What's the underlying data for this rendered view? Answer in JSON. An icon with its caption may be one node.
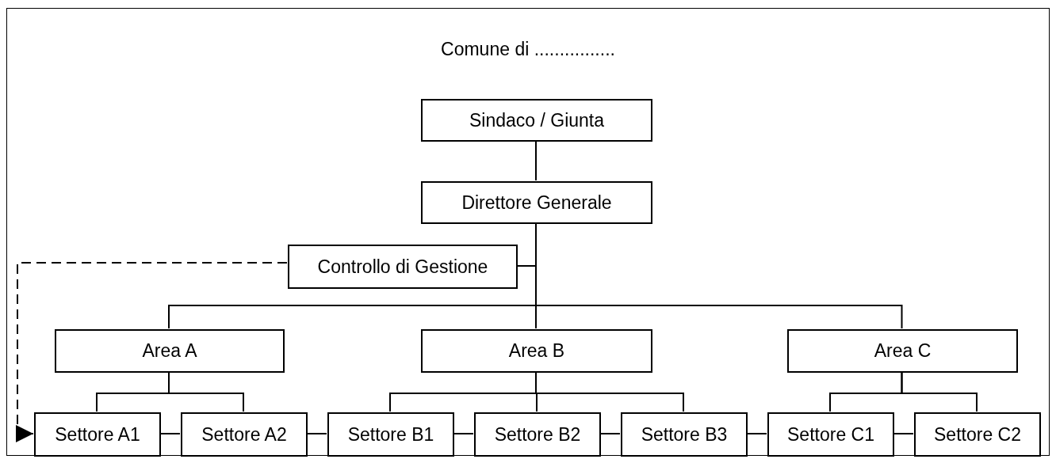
{
  "diagram": {
    "nodes": [
      {
        "text": [
          "Comune di ................"
        ]
      },
      {
        "text": [
          "Sindaco / Giunta"
        ],
        "in": 0
      },
      {
        "text": [
          "Direttore Generale"
        ],
        "in": 0
      },
      {
        "text": [
          "Controllo di Gestione"
        ],
        "in": 0
      },
      {
        "text": [
          "Area A"
        ],
        "in": 0
      },
      {
        "text": [
          "Area B"
        ],
        "in": 0
      },
      {
        "text": [
          "Area C"
        ],
        "in": 0
      },
      {
        "text": [
          "Settore A1"
        ],
        "in": 0
      },
      {
        "text": [
          "Settore A2"
        ],
        "in": 0
      },
      {
        "text": [
          "Settore B1"
        ],
        "in": 0
      },
      {
        "text": [
          "Settore B2"
        ],
        "in": 0
      },
      {
        "text": [
          "Settore B3"
        ],
        "in": 0
      },
      {
        "text": [
          "Settore C1"
        ],
        "in": 0
      },
      {
        "text": [
          "Settore C2"
        ],
        "in": 0
      }
    ],
    "edges": [
      {
        "from": 1,
        "to": 2,
        "arrow": "none"
      },
      {
        "from": 2,
        "to": 3,
        "arrow": "none"
      },
      {
        "from": 2,
        "to": 4,
        "arrow": "none"
      },
      {
        "from": 2,
        "to": 5,
        "arrow": "none"
      },
      {
        "from": 2,
        "to": 6,
        "arrow": "none"
      },
      {
        "from": 4,
        "to": 7,
        "arrow": "none"
      },
      {
        "from": 4,
        "to": 8,
        "arrow": "none"
      },
      {
        "from": 5,
        "to": 9,
        "arrow": "none"
      },
      {
        "from": 5,
        "to": 10,
        "arrow": "none"
      },
      {
        "from": 5,
        "to": 11,
        "arrow": "none"
      },
      {
        "from": 6,
        "to": 12,
        "arrow": "none"
      },
      {
        "from": 6,
        "to": 13,
        "arrow": "none"
      },
      {
        "from": 3,
        "to": 7,
        "arrow": "to",
        "style": "dashed"
      },
      {
        "from": 7,
        "to": 8,
        "arrow": "none"
      },
      {
        "from": 8,
        "to": 9,
        "arrow": "none"
      },
      {
        "from": 9,
        "to": 10,
        "arrow": "none"
      },
      {
        "from": 10,
        "to": 11,
        "arrow": "none"
      },
      {
        "from": 11,
        "to": 12,
        "arrow": "none"
      },
      {
        "from": 12,
        "to": 13,
        "arrow": "none"
      }
    ]
  }
}
